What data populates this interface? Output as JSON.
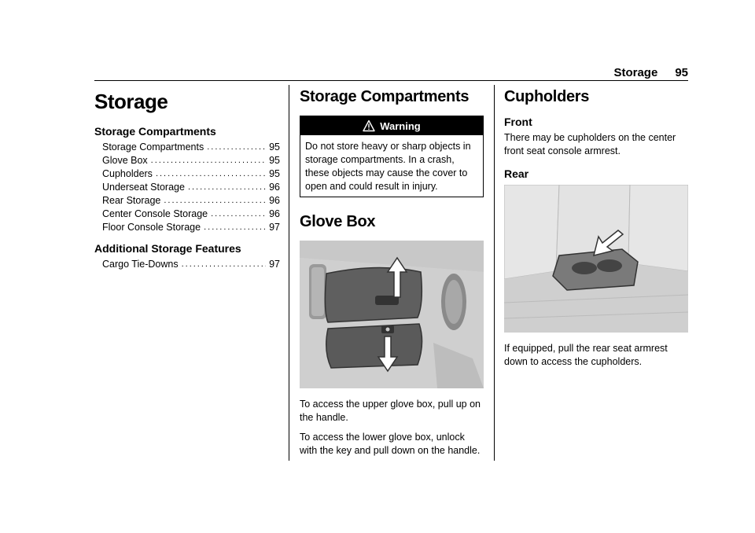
{
  "header": {
    "section": "Storage",
    "page_number": "95"
  },
  "col1": {
    "title": "Storage",
    "groups": [
      {
        "heading": "Storage Compartments",
        "items": [
          {
            "label": "Storage Compartments",
            "page": "95"
          },
          {
            "label": "Glove Box",
            "page": "95"
          },
          {
            "label": "Cupholders",
            "page": "95"
          },
          {
            "label": "Underseat Storage",
            "page": "96"
          },
          {
            "label": "Rear Storage",
            "page": "96"
          },
          {
            "label": "Center Console Storage",
            "page": "96"
          },
          {
            "label": "Floor Console Storage",
            "page": "97"
          }
        ]
      },
      {
        "heading": "Additional Storage Features",
        "items": [
          {
            "label": "Cargo Tie-Downs",
            "page": "97"
          }
        ]
      }
    ]
  },
  "col2": {
    "title": "Storage Compartments",
    "warning": {
      "label": "Warning",
      "text": "Do not store heavy or sharp objects in storage compartments. In a crash, these objects may cause the cover to open and could result in injury."
    },
    "glove_box": {
      "title": "Glove Box",
      "para1": "To access the upper glove box, pull up on the handle.",
      "para2": "To access the lower glove box, unlock with the key and pull down on the handle."
    }
  },
  "col3": {
    "title": "Cupholders",
    "front_heading": "Front",
    "front_text": "There may be cupholders on the center front seat console armrest.",
    "rear_heading": "Rear",
    "rear_text": "If equipped, pull the rear seat armrest down to access the cupholders."
  },
  "colors": {
    "figure_bg": "#dcdcdc",
    "ink": "#000000",
    "paper": "#ffffff"
  },
  "icons": {
    "warning": "warning-triangle-icon",
    "up_arrow": "arrow-up-icon",
    "down_arrow": "arrow-down-icon",
    "pointer_arrow": "pointer-arrow-icon"
  }
}
